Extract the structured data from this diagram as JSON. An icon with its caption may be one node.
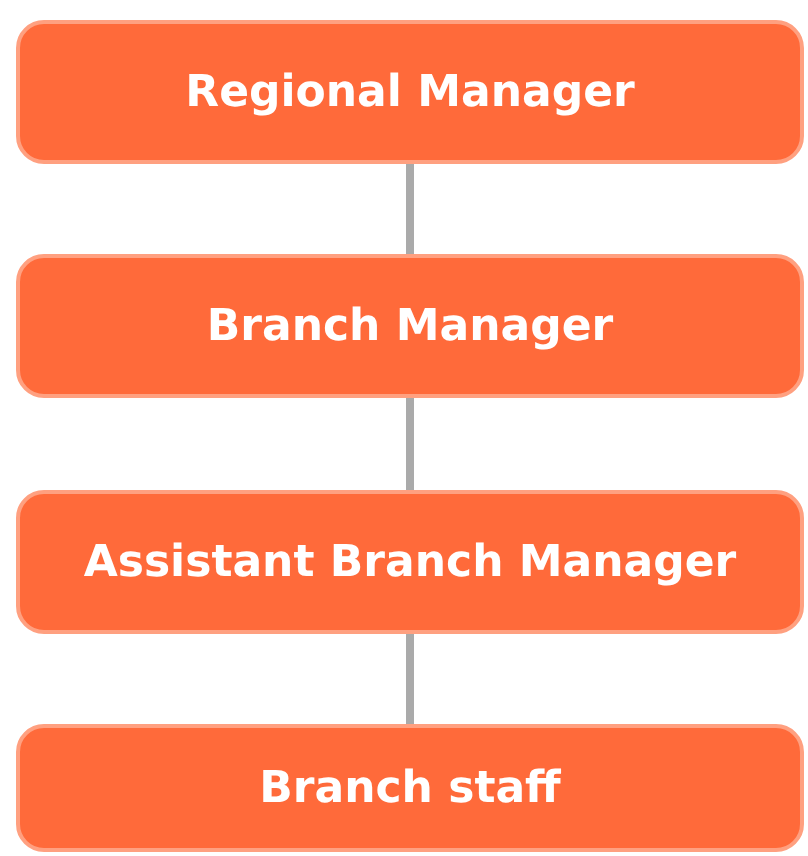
{
  "diagram": {
    "nodes": [
      {
        "text": [
          "Regional Manager"
        ]
      },
      {
        "text": [
          "Branch Manager"
        ]
      },
      {
        "text": [
          "Assistant Branch Manager"
        ]
      },
      {
        "text": [
          "Branch staff"
        ]
      }
    ],
    "edges": [
      {
        "from": 0,
        "to": 1,
        "arrow": "none"
      },
      {
        "from": 1,
        "to": 2,
        "arrow": "none"
      },
      {
        "from": 2,
        "to": 3,
        "arrow": "none"
      }
    ]
  }
}
